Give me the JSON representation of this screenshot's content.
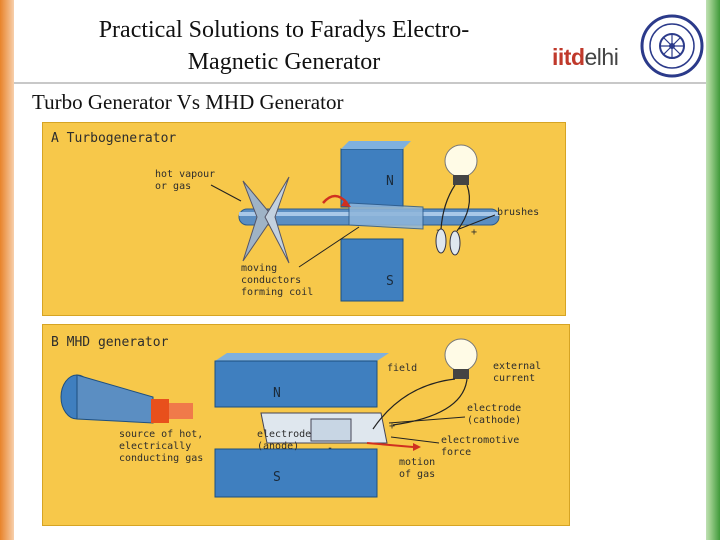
{
  "header": {
    "title_line1": "Practical Solutions to Faradys Electro-",
    "title_line2": "Magnetic Generator",
    "logo_brand_part1": "iitd",
    "logo_brand_part2": "elhi"
  },
  "subtitle": "Turbo Generator Vs MHD Generator",
  "colors": {
    "panel": "#f7c84a",
    "magnet": "#3f7fbf",
    "flame": "#e8501c",
    "saffron_edge": "#e8832a",
    "green_edge": "#3f9a3a"
  },
  "diagramA": {
    "title": "A  Turbogenerator",
    "label_hot_vapour_1": "hot vapour",
    "label_hot_vapour_2": "or gas",
    "label_brushes": "brushes",
    "label_minus": "-",
    "label_plus": "+",
    "label_moving_1": "moving",
    "label_moving_2": "conductors",
    "label_moving_3": "forming coil",
    "pole_n": "N",
    "pole_s": "S"
  },
  "diagramB": {
    "title": "B  MHD generator",
    "label_field": "field",
    "label_external_1": "external",
    "label_external_2": "current",
    "label_electrode_cathode_1": "electrode",
    "label_electrode_cathode_2": "(cathode)",
    "label_electrode_anode_1": "electrode",
    "label_electrode_anode_2": "(anode)",
    "label_emf_1": "electromotive",
    "label_emf_2": "force",
    "label_source_1": "source of hot,",
    "label_source_2": "electrically",
    "label_source_3": "conducting gas",
    "label_motion_1": "motion",
    "label_motion_2": "of gas",
    "label_minus": "-",
    "label_plus": "+",
    "pole_n": "N",
    "pole_s": "S"
  }
}
